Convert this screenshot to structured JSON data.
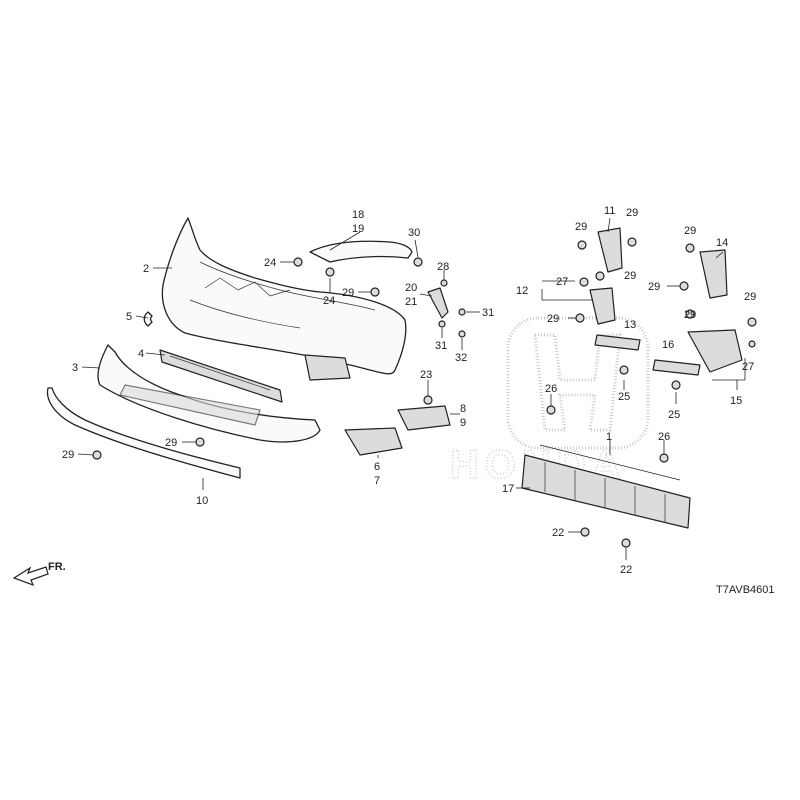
{
  "diagram": {
    "code": "T7AVB4601",
    "direction_label": "FR.",
    "watermark_text": "HONDA",
    "labels": {
      "l1": "1",
      "l2": "2",
      "l3": "3",
      "l4": "4",
      "l5": "5",
      "l6": "6",
      "l7": "7",
      "l8": "8",
      "l9": "9",
      "l10": "10",
      "l11": "11",
      "l12": "12",
      "l13": "13",
      "l14": "14",
      "l15": "15",
      "l16": "16",
      "l17": "17",
      "l18": "18",
      "l19": "19",
      "l20": "20",
      "l21": "21",
      "l22a": "22",
      "l22b": "22",
      "l23": "23",
      "l24a": "24",
      "l24b": "24",
      "l25a": "25",
      "l25b": "25",
      "l26a": "26",
      "l26b": "26",
      "l27a": "27",
      "l27b": "27",
      "l28": "28",
      "l29a": "29",
      "l29b": "29",
      "l29c": "29",
      "l29d": "29",
      "l29e": "29",
      "l29f": "29",
      "l29g": "29",
      "l29h": "29",
      "l29i": "29",
      "l29j": "29",
      "l30": "30",
      "l31a": "31",
      "l31b": "31",
      "l32": "32"
    }
  }
}
